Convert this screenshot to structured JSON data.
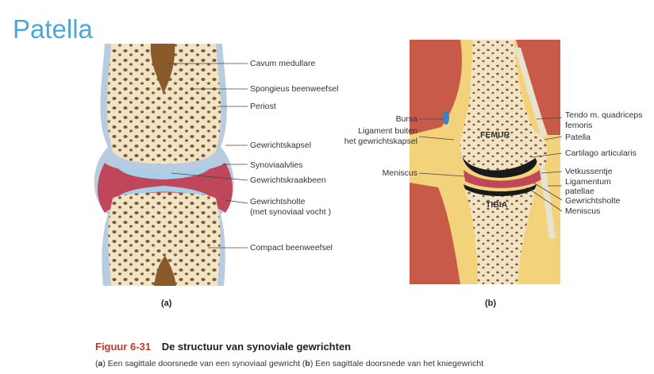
{
  "slide": {
    "title": "Patella"
  },
  "figure_a": {
    "tag": "(a)",
    "labels": [
      "Cavum medullare",
      "Spongieus beenweefsel",
      "Periost",
      "Gewrichtskapsel",
      "Synoviaalvlies",
      "Gewrichtskraakbeen",
      "Gewrichtsholte",
      "(met synoviaal vocht )",
      "Compact beenweefsel"
    ]
  },
  "figure_b": {
    "tag": "(b)",
    "bones": [
      "FEMUR",
      "TIBIA"
    ],
    "left_labels": [
      "Bursa",
      "Ligament buiten",
      "het gewrichtskapsel",
      "Meniscus"
    ],
    "right_labels": [
      "Tendo m. quadriceps",
      "femoris",
      "Patella",
      "Cartilago articularis",
      "Vetkussentje",
      "Ligamentum",
      "patellae",
      "Gewrichtsholte",
      "Meniscus"
    ]
  },
  "caption": {
    "number": "Figuur 6-31",
    "title": "De structuur van synoviale gewrichten",
    "line2_a_tag": "a",
    "line2_a_text": ") Een sagittale doorsnede van een synoviaal gewricht (",
    "line2_b_tag": "b",
    "line2_b_text": ") Een sagittale doorsnede van het kniegewricht",
    "line2_open": "("
  }
}
